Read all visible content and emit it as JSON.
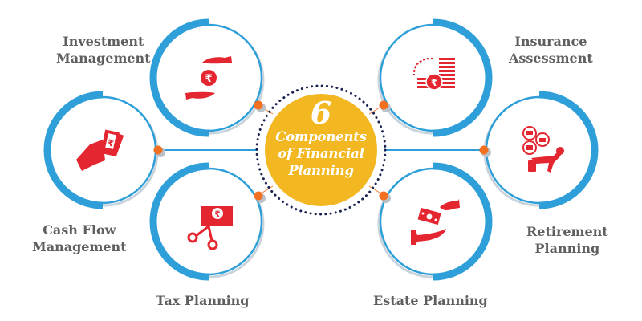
{
  "diagram": {
    "title_number": "6",
    "title_lines": [
      "Components",
      "of Financial",
      "Planning"
    ],
    "colors": {
      "ring_blue": "#2e9fd8",
      "ring_shadow": "#c9d3dc",
      "center_fill": "#f2b721",
      "dot_orange": "#f36f21",
      "icon_red": "#e3262f",
      "dotted_ring": "#1a2350",
      "label_gray": "#5f5f5f"
    },
    "components": [
      {
        "id": "investment",
        "label_lines": [
          "Investment",
          "Management"
        ],
        "icon": "hands-rupee-icon"
      },
      {
        "id": "cashflow",
        "label_lines": [
          "Cash Flow",
          "Management"
        ],
        "icon": "hand-cash-icon"
      },
      {
        "id": "tax",
        "label_lines": [
          "Tax Planning"
        ],
        "icon": "scissors-rupee-note-icon"
      },
      {
        "id": "insurance",
        "label_lines": [
          "Insurance",
          "Assessment"
        ],
        "icon": "coin-stack-rupee-icon"
      },
      {
        "id": "retirement",
        "label_lines": [
          "Retirement",
          "Planning"
        ],
        "icon": "relaxing-person-icon"
      },
      {
        "id": "estate",
        "label_lines": [
          "Estate Planning"
        ],
        "icon": "hand-over-money-icon"
      }
    ]
  }
}
